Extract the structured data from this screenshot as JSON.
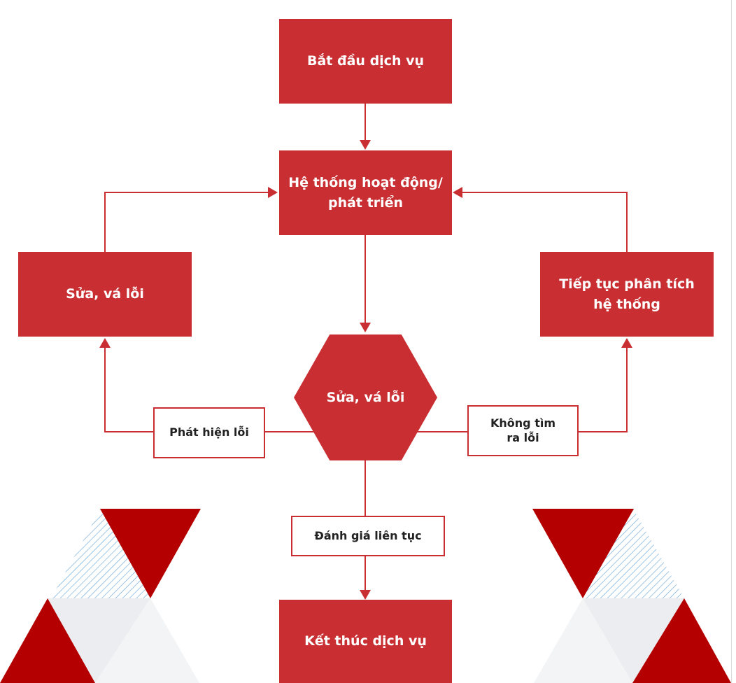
{
  "nodes": {
    "start": "Bắt đầu dịch vụ",
    "system": "Hệ thống hoạt động/\nphát triển",
    "fix_left": "Sửa, vá lỗi",
    "analyze": "Tiếp tục phân tích\nhệ thống",
    "decision": "Sửa, vá lỗi",
    "end": "Kết thúc dịch vụ"
  },
  "edge_labels": {
    "found": "Phát hiện lỗi",
    "not_found": "Không tìm\nra lỗi",
    "continuous": "Đánh giá liên tục"
  },
  "colors": {
    "primary": "#c92f32",
    "dark_red": "#b40000",
    "hatch": "#6aa6d8",
    "grey": "#e6e7ea"
  }
}
